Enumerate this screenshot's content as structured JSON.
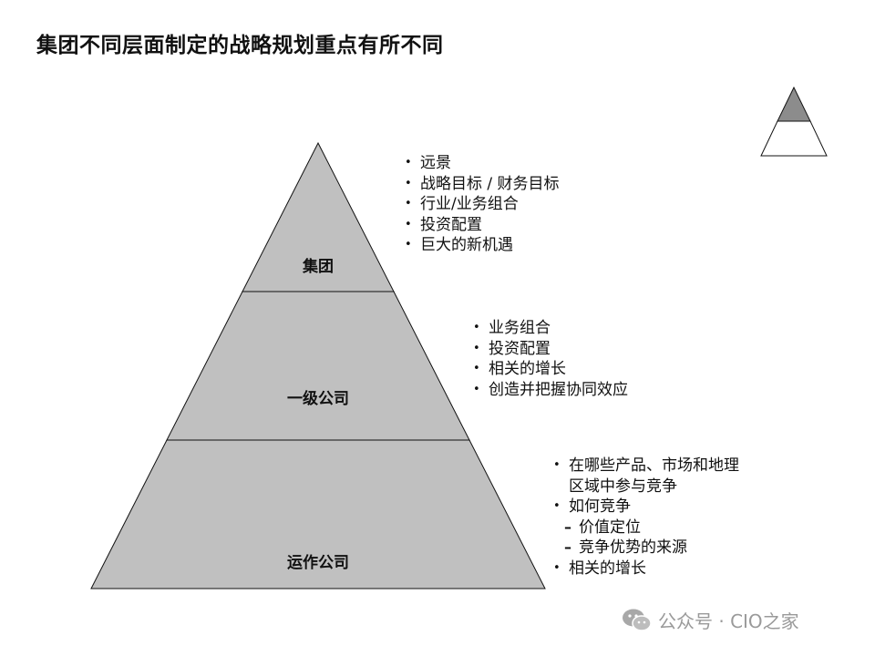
{
  "title": "集团不同层面制定的战略规划重点有所不同",
  "pyramid": {
    "tiers": [
      {
        "label": "集团"
      },
      {
        "label": "一级公司"
      },
      {
        "label": "运作公司"
      }
    ],
    "fill_color": "#c0c0c0",
    "indicator_top_fill": "#8c8c8c"
  },
  "lists": {
    "group": [
      "远景",
      "战略目标 / 财务目标",
      "行业/业务组合",
      "投资配置",
      "巨大的新机遇"
    ],
    "level1": [
      "业务组合",
      "投资配置",
      "相关的增长",
      "创造并把握协同效应"
    ],
    "ops": {
      "item1_line1": "在哪些产品、市场和地理",
      "item1_line2": "区域中参与竞争",
      "item2": "如何竞争",
      "item2_sub1": "价值定位",
      "item2_sub2": "竞争优势的来源",
      "item3": "相关的增长"
    }
  },
  "watermark": {
    "text": "公众号 · CIO之家",
    "icon": "wechat-icon"
  }
}
